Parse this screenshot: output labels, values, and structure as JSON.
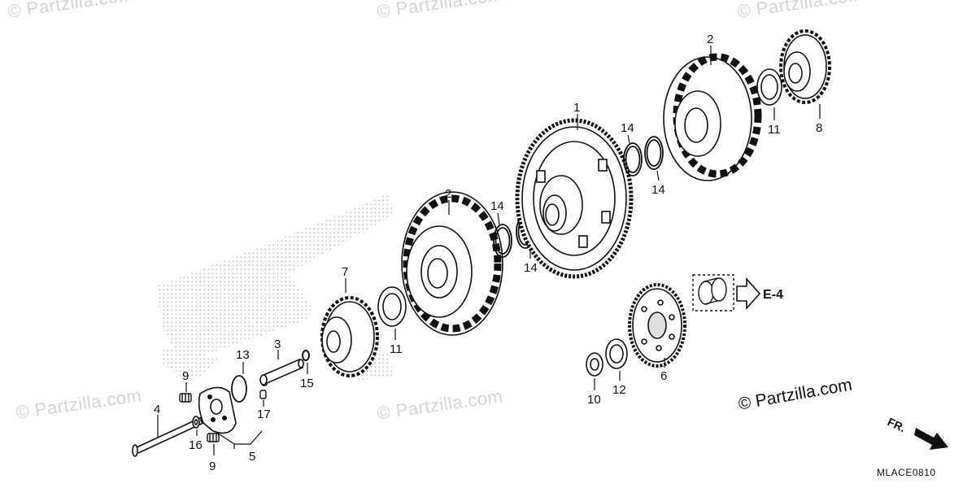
{
  "watermark_text": "© Partzilla.com",
  "credit_text": "© Partzilla.com",
  "diagram_code": "MLACE0810",
  "reference_label": "E-4",
  "direction_label": "FR.",
  "callouts": [
    "1",
    "2",
    "2",
    "3",
    "4",
    "5",
    "6",
    "7",
    "8",
    "9",
    "9",
    "10",
    "11",
    "11",
    "12",
    "13",
    "14",
    "14",
    "14",
    "14",
    "15",
    "16",
    "17"
  ],
  "colors": {
    "line": "#111111",
    "shadow_dots": "#bdbdbd",
    "watermark": "#d4d4d4"
  }
}
